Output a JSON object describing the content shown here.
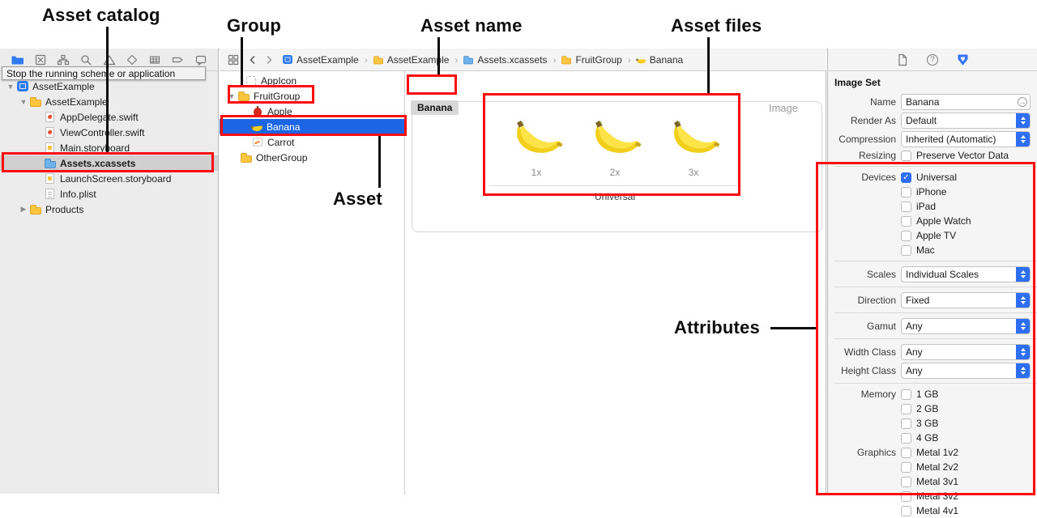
{
  "annotations": {
    "asset_catalog": "Asset catalog",
    "group": "Group",
    "asset_name": "Asset name",
    "asset_files": "Asset files",
    "asset": "Asset",
    "attributes": "Attributes"
  },
  "navigator": {
    "tooltip": "Stop the running scheme or application",
    "toolbar_icons": [
      "project-navigator",
      "source-control",
      "symbols",
      "find",
      "issues",
      "tests",
      "debug",
      "breakpoints",
      "reports"
    ],
    "tree": [
      {
        "label": "AssetExample",
        "icon": "project"
      },
      {
        "label": "AssetExample",
        "icon": "folder"
      },
      {
        "label": "AppDelegate.swift",
        "icon": "swift-file"
      },
      {
        "label": "ViewController.swift",
        "icon": "swift-file"
      },
      {
        "label": "Main.storyboard",
        "icon": "storyboard-file"
      },
      {
        "label": "Assets.xcassets",
        "icon": "asset-catalog",
        "selected": true
      },
      {
        "label": "LaunchScreen.storyboard",
        "icon": "storyboard-file"
      },
      {
        "label": "Info.plist",
        "icon": "plist-file"
      },
      {
        "label": "Products",
        "icon": "folder"
      }
    ]
  },
  "asset_list": {
    "items": [
      {
        "label": "AppIcon",
        "icon": "app-icon-placeholder"
      },
      {
        "label": "FruitGroup",
        "icon": "folder",
        "expanded": true
      },
      {
        "label": "Apple",
        "icon": "apple-thumbnail"
      },
      {
        "label": "Banana",
        "icon": "banana-thumbnail",
        "selected": true
      },
      {
        "label": "Carrot",
        "icon": "carrot-thumbnail"
      },
      {
        "label": "OtherGroup",
        "icon": "folder"
      }
    ]
  },
  "jump_bar": {
    "items": [
      "AssetExample",
      "AssetExample",
      "Assets.xcassets",
      "FruitGroup",
      "Banana"
    ]
  },
  "editor": {
    "title": "Banana",
    "type_label": "Image",
    "scales": [
      "1x",
      "2x",
      "3x"
    ],
    "idiom": "Universal"
  },
  "inspector": {
    "section_title": "Image Set",
    "name": {
      "label": "Name",
      "value": "Banana"
    },
    "render_as": {
      "label": "Render As",
      "value": "Default"
    },
    "compression": {
      "label": "Compression",
      "value": "Inherited (Automatic)"
    },
    "resizing": {
      "label": "Resizing",
      "option": "Preserve Vector Data",
      "checked": false
    },
    "devices": {
      "label": "Devices",
      "options": [
        {
          "label": "Universal",
          "checked": true
        },
        {
          "label": "iPhone",
          "checked": false
        },
        {
          "label": "iPad",
          "checked": false
        },
        {
          "label": "Apple Watch",
          "checked": false
        },
        {
          "label": "Apple TV",
          "checked": false
        },
        {
          "label": "Mac",
          "checked": false
        }
      ]
    },
    "scales": {
      "label": "Scales",
      "value": "Individual Scales"
    },
    "direction": {
      "label": "Direction",
      "value": "Fixed"
    },
    "gamut": {
      "label": "Gamut",
      "value": "Any"
    },
    "width_class": {
      "label": "Width Class",
      "value": "Any"
    },
    "height_class": {
      "label": "Height Class",
      "value": "Any"
    },
    "memory": {
      "label": "Memory",
      "options": [
        "1 GB",
        "2 GB",
        "3 GB",
        "4 GB"
      ]
    },
    "graphics": {
      "label": "Graphics",
      "options": [
        "Metal 1v2",
        "Metal 2v2",
        "Metal 3v1",
        "Metal 3v2",
        "Metal 4v1"
      ]
    }
  },
  "colors": {
    "selection_blue": "#1c66e5",
    "accent_blue": "#2e6ef2",
    "annotation_red": "#fb0d0d",
    "folder_yellow": "#fdc63f"
  }
}
